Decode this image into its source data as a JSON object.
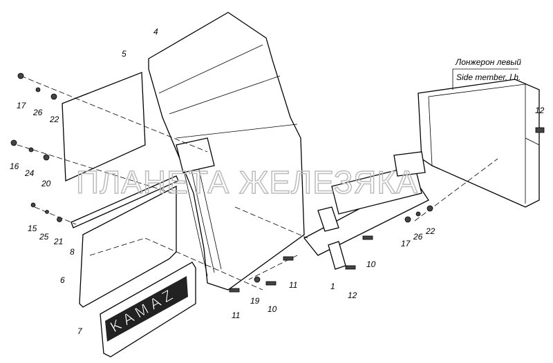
{
  "title_ru": "Лонжерон левый",
  "title_en": "Side member, l.h.",
  "watermark": "ПЛАНЕТА ЖЕЛЕЗЯКА",
  "mudflap_brand": "KAMAZ",
  "callouts": [
    "4",
    "5",
    "17",
    "26",
    "22",
    "16",
    "24",
    "20",
    "15",
    "25",
    "21",
    "8",
    "6",
    "7",
    "11",
    "19",
    "10",
    "11",
    "1",
    "12",
    "10",
    "17",
    "26",
    "22",
    "12"
  ]
}
